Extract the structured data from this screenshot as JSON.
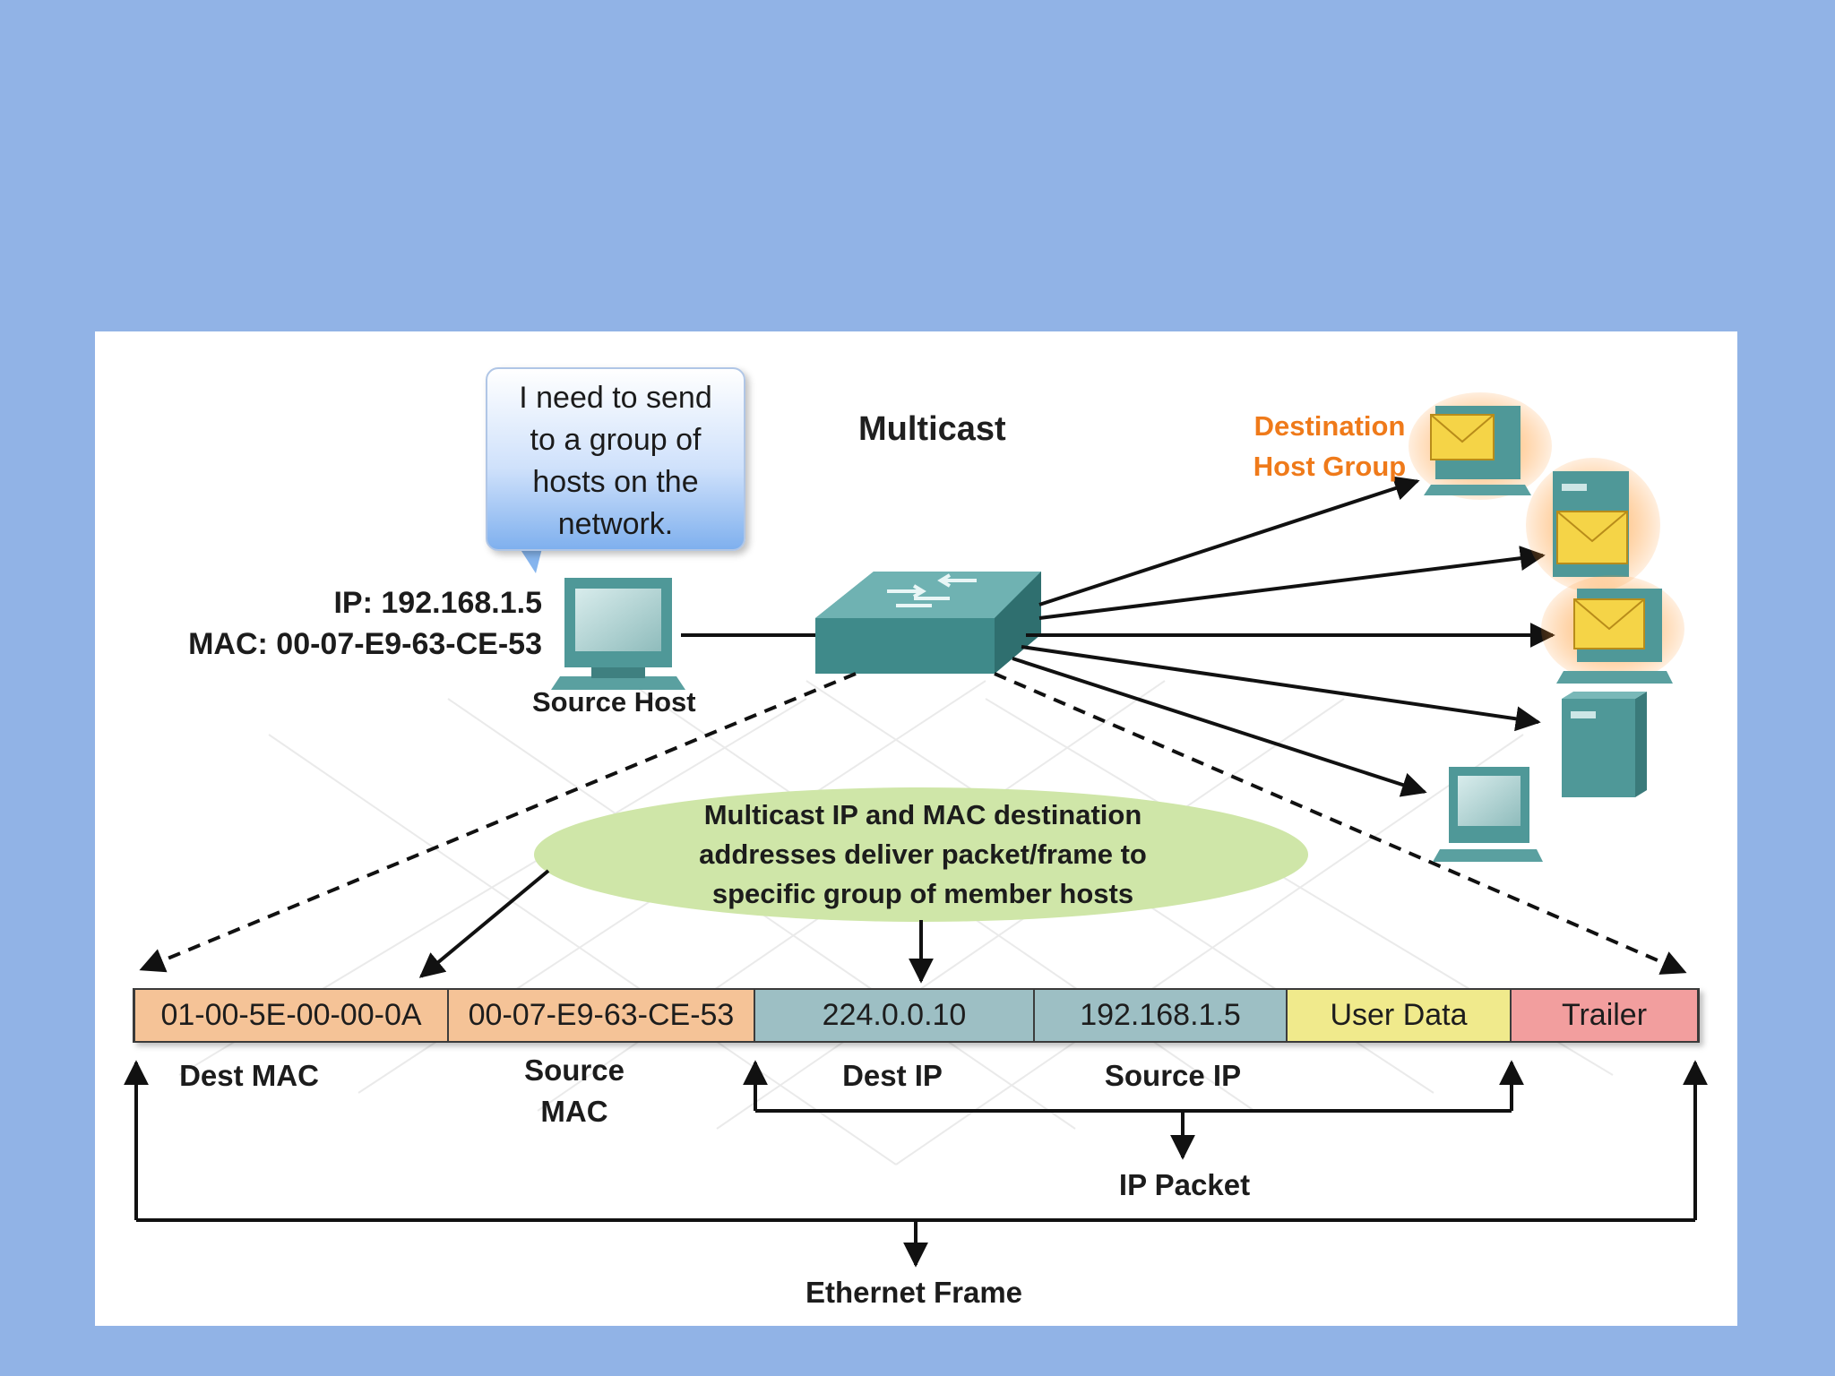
{
  "diagram": {
    "title": "Multicast",
    "speech_bubble": [
      "I need to send",
      "to a group of",
      "hosts on the",
      "network."
    ],
    "source": {
      "ip_line": "IP: 192.168.1.5",
      "mac_line": "MAC: 00-07-E9-63-CE-53",
      "label": "Source Host"
    },
    "destination_group": [
      "Destination",
      "Host Group"
    ],
    "callout": [
      "Multicast IP and MAC destination",
      "addresses deliver packet/frame to",
      "specific group of member hosts"
    ],
    "frame_fields": [
      {
        "value": "01-00-5E-00-00-0A",
        "label": "Dest MAC",
        "color": "#f5c397"
      },
      {
        "value": "00-07-E9-63-CE-53",
        "label": "Source MAC",
        "color": "#f5c397"
      },
      {
        "value": "224.0.0.10",
        "label": "Dest IP",
        "color": "#9dbfc4"
      },
      {
        "value": "192.168.1.5",
        "label": "Source IP",
        "color": "#9dbfc4"
      },
      {
        "value": "User Data",
        "label": "",
        "color": "#f0ea8c"
      },
      {
        "value": "Trailer",
        "label": "",
        "color": "#f29e9e"
      }
    ],
    "source_mac_label_lines": [
      "Source",
      "MAC"
    ],
    "ip_packet_label": "IP Packet",
    "ethernet_frame_label": "Ethernet Frame",
    "colors": {
      "background": "#91b3e6",
      "device_teal": "#4f9898",
      "accent_orange": "#ef7a1a",
      "callout_green": "#cfe6a8"
    }
  }
}
